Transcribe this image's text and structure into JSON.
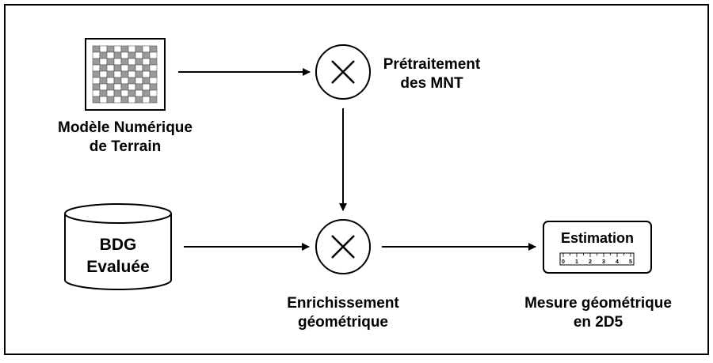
{
  "nodes": {
    "dtm": {
      "line1": "Modèle Numérique",
      "line2": "de Terrain"
    },
    "preprocess": {
      "line1": "Prétraitement",
      "line2": "des MNT"
    },
    "bdg": {
      "line1": "BDG",
      "line2": "Evaluée"
    },
    "enrich": {
      "line1": "Enrichissement",
      "line2": "géométrique"
    },
    "estimation": {
      "title": "Estimation",
      "ruler_ticks": [
        "0",
        "1",
        "2",
        "3",
        "4",
        "5"
      ]
    },
    "measure": {
      "line1": "Mesure géométrique",
      "line2": "en 2D5"
    }
  },
  "colors": {
    "stroke": "#000000",
    "grid_gray": "#9a9a9a",
    "background": "#ffffff"
  },
  "icons": {
    "operator": "circle-x-icon",
    "dtm": "grid-raster-icon",
    "database": "cylinder-database-icon",
    "ruler": "ruler-icon"
  }
}
